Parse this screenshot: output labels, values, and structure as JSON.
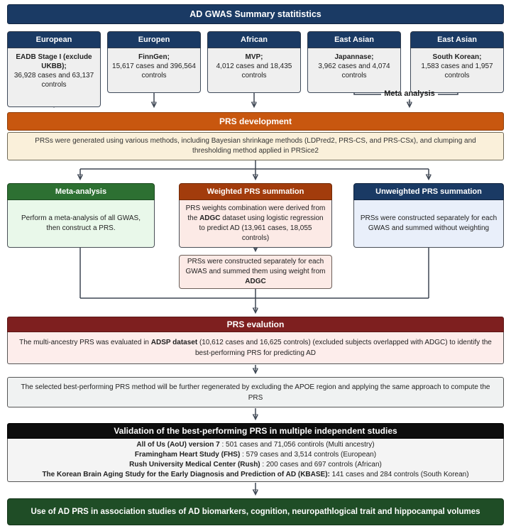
{
  "title": "AD GWAS Summary statitistics",
  "sources": [
    {
      "ancestry": "European",
      "name": "EADB Stage I (exclude UKBB);",
      "detail": "36,928 cases and 63,137 controls"
    },
    {
      "ancestry": "Europen",
      "name": "FinnGen;",
      "detail": "15,617 cases and 396,564 controls"
    },
    {
      "ancestry": "African",
      "name": "MVP;",
      "detail": "4,012 cases and 18,435 controls"
    },
    {
      "ancestry": "East Asian",
      "name": "Japannase;",
      "detail": "3,962 cases and 4,074 controls"
    },
    {
      "ancestry": "East Asian",
      "name": "South Korean;",
      "detail": "1,583 cases and 1,957 controls"
    }
  ],
  "meta_analysis_label": "Meta analysis",
  "prs_development": {
    "title": "PRS development",
    "description": "PRSs were generated using various methods, including Bayesian shrinkage methods (LDPred2, PRS-CS, and PRS-CSx), and clumping and thresholding method applied in PRSice2"
  },
  "branches": {
    "meta": {
      "title": "Meta-analysis",
      "body": "Perform a meta-analysis of all GWAS, then construct a PRS."
    },
    "weighted": {
      "title": "Weighted PRS summation",
      "body_segments": [
        {
          "t": "PRS weights combination were derived from the "
        },
        {
          "t": "ADGC",
          "b": true
        },
        {
          "t": " dataset using logistic regression to predict AD (13,961 cases, 18,055 controls)"
        }
      ],
      "note_segments": [
        {
          "t": "PRSs were constructed separately for each GWAS and summed them using weight from "
        },
        {
          "t": "ADGC",
          "b": true
        }
      ]
    },
    "unweighted": {
      "title": "Unweighted PRS summation",
      "body": "PRSs were constructed separately for each GWAS and summed without weighting"
    }
  },
  "prs_evaluation": {
    "title": "PRS evalution",
    "body_segments": [
      {
        "t": "The multi-ancestry PRS was evaluated in "
      },
      {
        "t": "ADSP dataset",
        "b": true
      },
      {
        "t": " (10,612 cases and 16,625 controls) (excluded subjects overlapped with ADGC) to identify the best-performing PRS for predicting AD"
      }
    ]
  },
  "apoe_note": "The selected best-performing PRS method will be further regenerated by excluding the APOE region and applying the same approach to compute the PRS",
  "validation": {
    "title": "Validation of the best-performing PRS in multiple independent studies",
    "studies": [
      {
        "segs": [
          {
            "t": "All of Us (AoU) version 7",
            "b": true
          },
          {
            "t": " : 501 cases and 71,056  contirols (Multi ancestry)"
          }
        ]
      },
      {
        "segs": [
          {
            "t": "Framingham Heart Study (FHS)",
            "b": true
          },
          {
            "t": " :  579 cases and 3,514 controls (European)"
          }
        ]
      },
      {
        "segs": [
          {
            "t": "Rush University Medical Center (Rush)",
            "b": true
          },
          {
            "t": " : 200  cases and 697 controls (African)"
          }
        ]
      },
      {
        "segs": [
          {
            "t": "The Korean Brain Aging Study for the Early Diagnosis and Prediction of AD (KBASE):",
            "b": true
          },
          {
            "t": " 141 cases and 284 controls (South Korean)"
          }
        ]
      }
    ]
  },
  "final_banner": "Use of AD PRS in association studies of AD biomarkers, cognition, neuropathlogical trait and hippocampal volumes",
  "colors": {
    "navy": "#1A3A64",
    "orange": "#C8570F",
    "brick": "#A23C0C",
    "green": "#2D7032",
    "maroon": "#7E1F1F",
    "black": "#0D0D0D",
    "dark_green": "#1F4D26",
    "line": "#3D4653"
  },
  "fills": {
    "source_body": "#EFEFEF",
    "cream": "#FAF0DA",
    "light_green": "#E9F8EA",
    "light_pink": "#FCEAE6",
    "light_blue": "#E9EFFA",
    "eval_pink": "#FDEDEB",
    "light_gray": "#F0F2F2",
    "validation_gray": "#F4F4F4"
  }
}
